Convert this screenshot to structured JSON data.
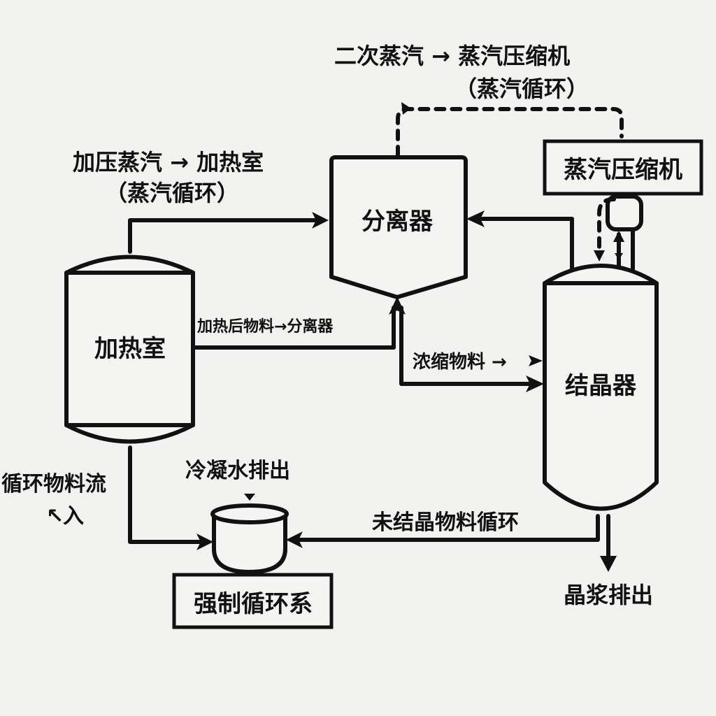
{
  "diagram": {
    "top_annotation": {
      "line1": "二次蒸汽 → 蒸汽压缩机",
      "line2": "（蒸汽循环）"
    },
    "left_annotation": {
      "line1": "加压蒸汽 → 加热室",
      "line2": "（蒸汽循环）"
    },
    "nodes": {
      "heating_chamber": "加热室",
      "separator": "分离器",
      "vapor_compressor": "蒸汽压缩机",
      "crystallizer": "结晶器",
      "forced_circulation_pump": "强制循环系"
    },
    "edge_labels": {
      "heated_material": "加热后物料→分离器",
      "concentrated_material": "浓缩物料 →",
      "condensate_discharge": "冷凝水排出",
      "uncrystallized_recycle": "未结晶物料循环",
      "slurry_discharge": "晶浆排出",
      "recycle_inflow_line1": "循环物料流",
      "recycle_inflow_line2": "入"
    }
  }
}
